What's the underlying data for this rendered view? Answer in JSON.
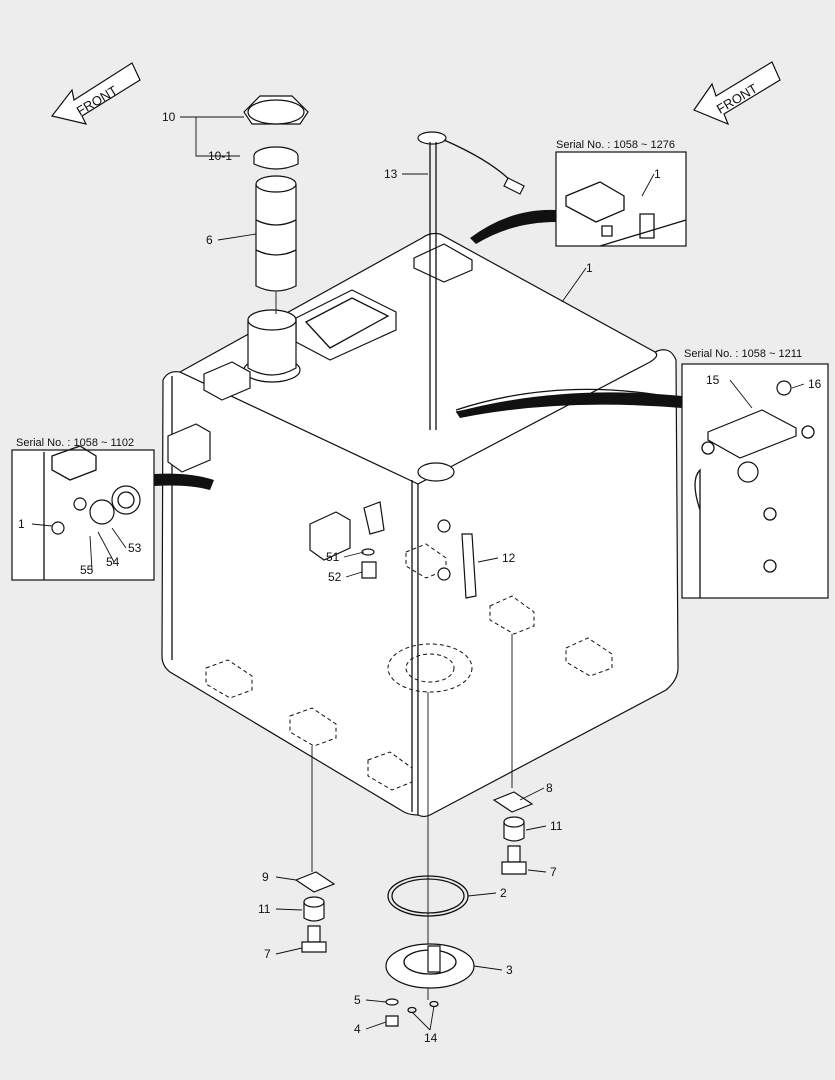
{
  "arrows": {
    "left": "FRONT",
    "right": "FRONT"
  },
  "insets": {
    "top_right": "Serial No. : 1058 ~ 1276",
    "mid_right": "Serial No. : 1058 ~ 1211",
    "left": "Serial No. : 1058 ~ 1102"
  },
  "callouts": {
    "c1_main": "1",
    "c1_inset_top": "1",
    "c1_inset_left": "1",
    "c2": "2",
    "c3": "3",
    "c4": "4",
    "c5": "5",
    "c6": "6",
    "c7_left": "7",
    "c7_right": "7",
    "c8": "8",
    "c9": "9",
    "c10": "10",
    "c10_1": "10-1",
    "c11_left": "11",
    "c11_right": "11",
    "c12": "12",
    "c13": "13",
    "c14": "14",
    "c15": "15",
    "c16": "16",
    "c51": "51",
    "c52": "52",
    "c53": "53",
    "c54": "54",
    "c55": "55"
  }
}
